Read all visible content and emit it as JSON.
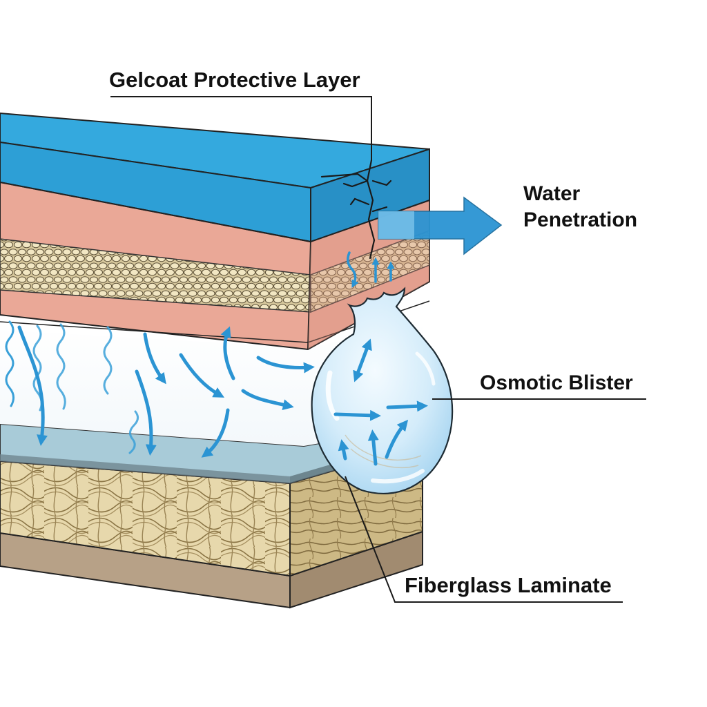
{
  "labels": {
    "gelcoat": "Gelcoat Protective Layer",
    "water_line1": "Water",
    "water_line2": "Penetration",
    "blister": "Osmotic Blister",
    "fiberglass": "Fiberglass Laminate"
  },
  "colors": {
    "gelcoat": "#2fa6dc",
    "gelcoat_front": "#2d9fd6",
    "resin": "#eaa897",
    "pebble": "#f2e7c3",
    "fiber_front": "#e7d8ac",
    "fiber_side": "#c6b07c",
    "base": "#b7a187",
    "water_arrow": "#2b94d3",
    "blister": "#d9eefb",
    "outline": "#222222"
  }
}
